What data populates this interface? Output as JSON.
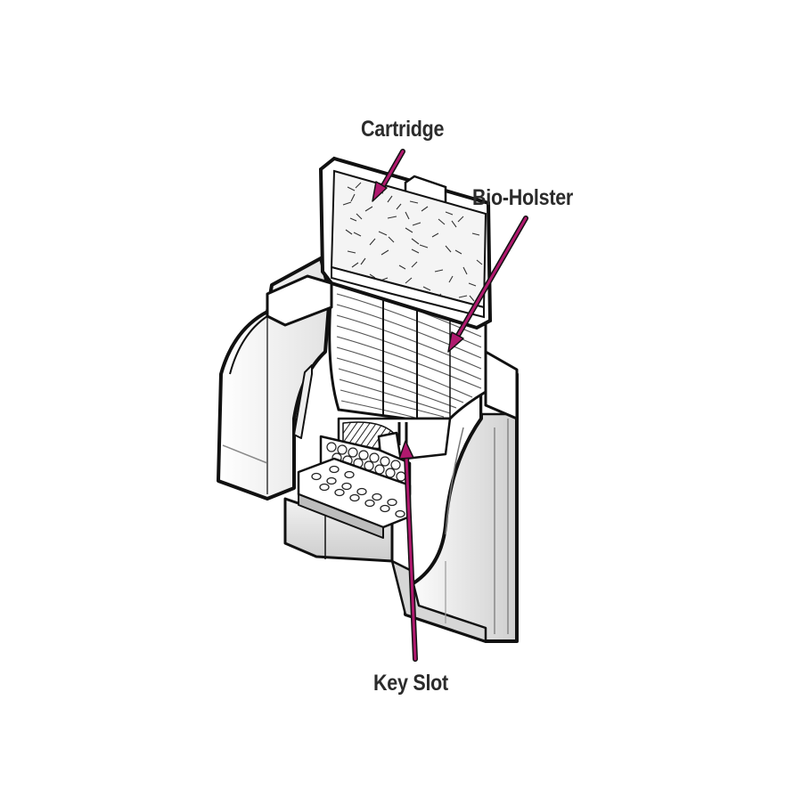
{
  "labels": {
    "cartridge": "Cartridge",
    "bio_holster": "Bio-Holster",
    "key_slot": "Key Slot"
  },
  "colors": {
    "arrow": "#b0196e",
    "line": "#111111",
    "shade": "#d9d9d9",
    "background": "#ffffff"
  }
}
